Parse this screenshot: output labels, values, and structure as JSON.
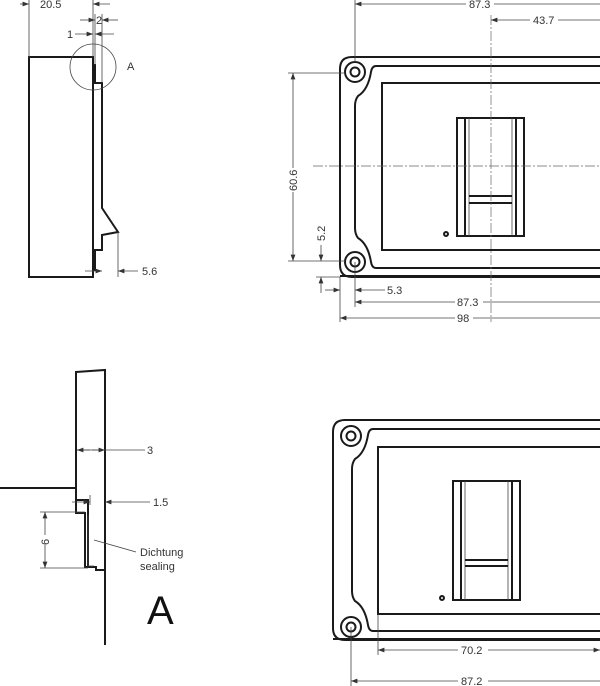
{
  "side_view": {
    "dims": {
      "width_total": "20.5",
      "flange": "2",
      "step": "1",
      "clip": "5.6"
    },
    "detail_marker": "A"
  },
  "top_view": {
    "dims": {
      "hole_pitch_top": "87.3",
      "center_offset": "43.7",
      "hole_pitch_vertical": "60.6",
      "hole_edge_vertical": "5.2",
      "hole_edge_horizontal": "5.3",
      "hole_pitch_bottom": "87.3",
      "overall_width": "98"
    }
  },
  "detail_a": {
    "dims": {
      "wall": "3",
      "step": "1.5",
      "seal_height": "6"
    },
    "seal_label_de": "Dichtung",
    "seal_label_en": "sealing",
    "title": "A"
  },
  "bottom_view": {
    "dims": {
      "panel_width": "70.2",
      "hole_pitch": "87.2"
    }
  }
}
